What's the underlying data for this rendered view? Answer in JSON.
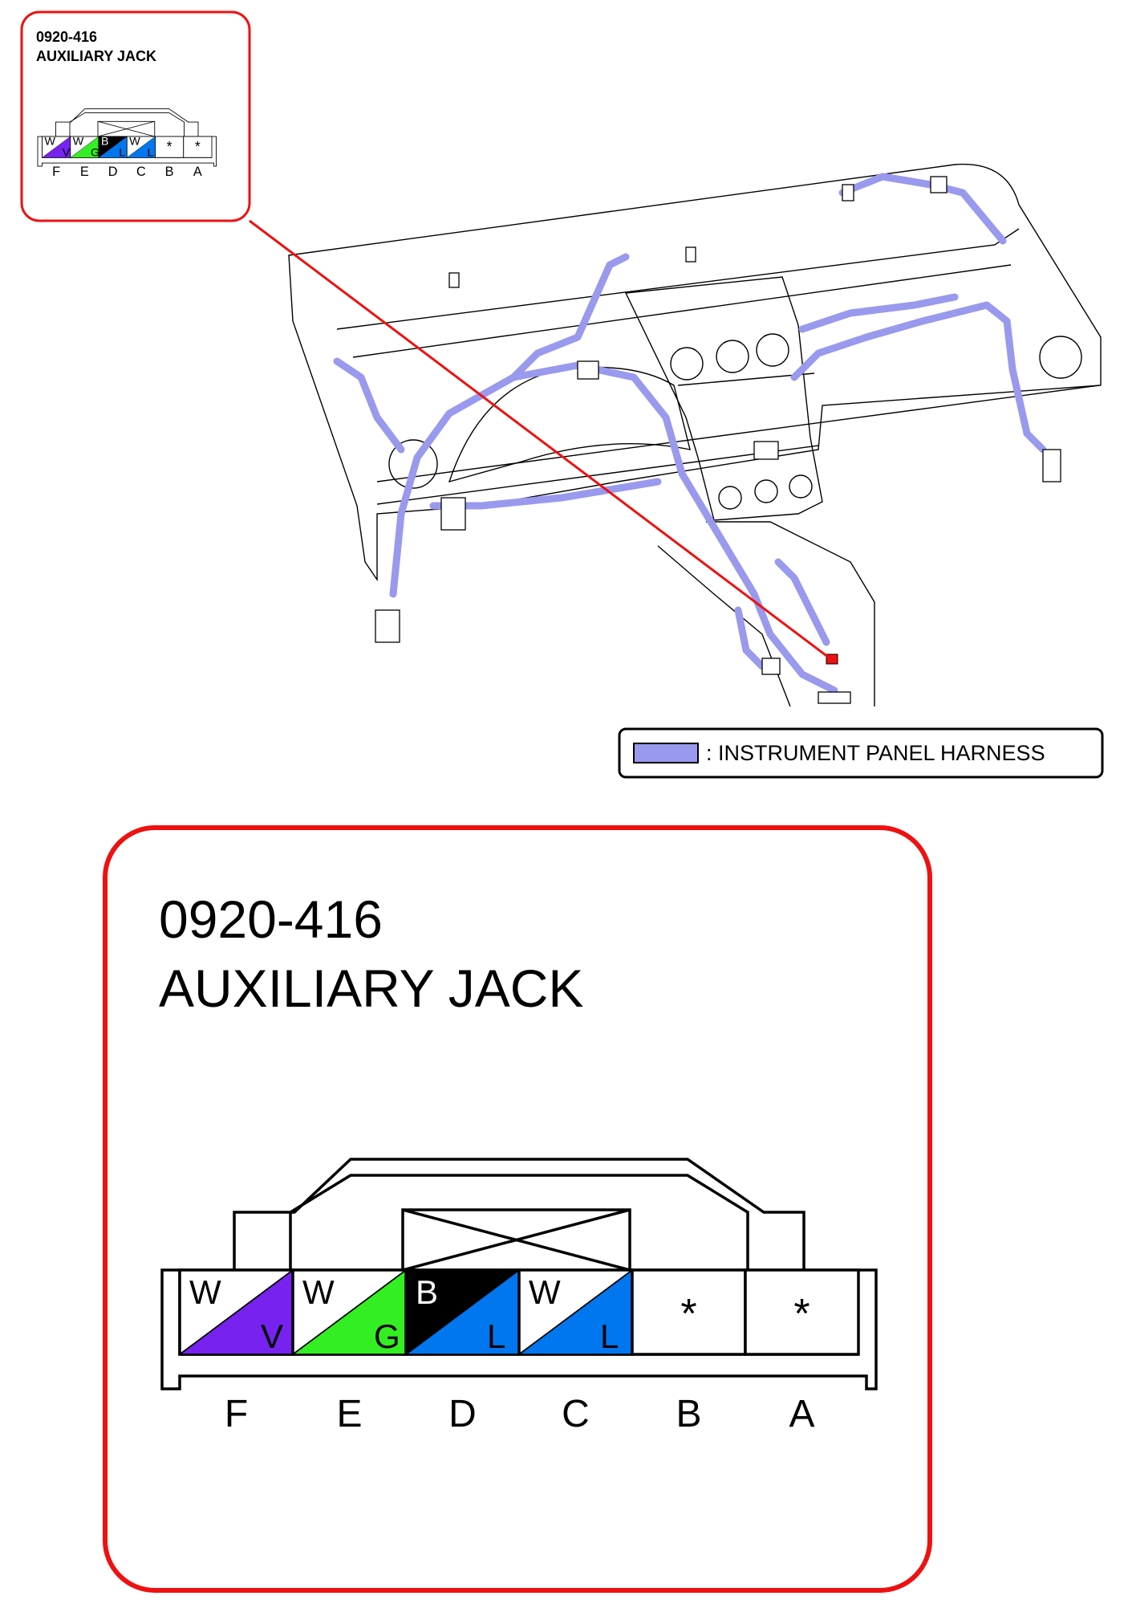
{
  "small_box": {
    "connector_code": "0920-416",
    "connector_name": "AUXILIARY JACK"
  },
  "large_box": {
    "connector_code": "0920-416",
    "connector_name": "AUXILIARY JACK"
  },
  "legend": {
    "label": ": INSTRUMENT PANEL HARNESS",
    "harness_color": "#9999ee"
  },
  "pins": [
    {
      "letter": "F",
      "top": "W",
      "bottom": "V",
      "color": "#7722ee"
    },
    {
      "letter": "E",
      "top": "W",
      "bottom": "G",
      "color": "#33ee22"
    },
    {
      "letter": "D",
      "top": "B",
      "bottom": "L",
      "color": "#0077ee",
      "top_black": true
    },
    {
      "letter": "C",
      "top": "W",
      "bottom": "L",
      "color": "#0077ee"
    },
    {
      "letter": "B",
      "top": "",
      "bottom": "",
      "marker": "*"
    },
    {
      "letter": "A",
      "top": "",
      "bottom": "",
      "marker": "*"
    }
  ],
  "colors": {
    "callout_red": "#ee1111",
    "outline": "#000000"
  }
}
